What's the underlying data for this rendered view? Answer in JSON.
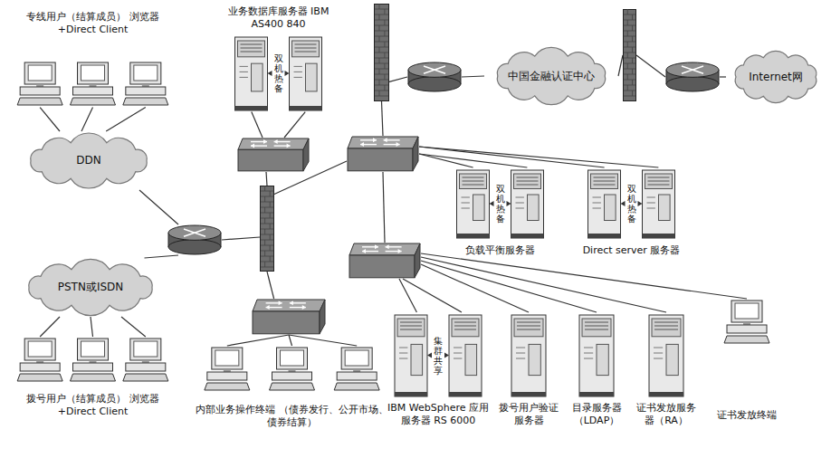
{
  "diagram": {
    "nodes": [
      {
        "text": [
          "专线用户（结算成员） 浏览器+Direct Client"
        ]
      },
      {
        "text": [
          "DDN"
        ]
      },
      {
        "text": [
          "PSTN或ISDN"
        ]
      },
      {
        "text": [
          "拨号用户（结算成员） 浏览器+Direct Client"
        ]
      },
      {
        "text": []
      },
      {
        "text": []
      },
      {
        "text": []
      },
      {
        "text": []
      },
      {
        "text": [
          "内部业务操作终端 （债券发行、公开市场、债券结算）"
        ]
      },
      {
        "text": [
          "业务数据库服务器 IBM AS400 840",
          "双机热备"
        ]
      },
      {
        "text": []
      },
      {
        "text": []
      },
      {
        "text": []
      },
      {
        "text": [
          "中国金融认证中心"
        ]
      },
      {
        "text": []
      },
      {
        "text": []
      },
      {
        "text": [
          "Internet网"
        ]
      },
      {
        "text": [
          "双机热备",
          "负载平衡服务器"
        ]
      },
      {
        "text": [
          "双机热备",
          "Direct server 服务器"
        ]
      },
      {
        "text": []
      },
      {
        "text": [
          "集群共享",
          "IBM WebSphere 应用服务器 RS 6000"
        ]
      },
      {
        "text": [
          "拨号用户验证服务器"
        ]
      },
      {
        "text": [
          "目录服务器（LDAP）"
        ]
      },
      {
        "text": [
          "证书发放服务器（RA）"
        ]
      },
      {
        "text": [
          "证书发放终端"
        ]
      }
    ],
    "edges": [
      {
        "from": 0,
        "to": 1,
        "arrow": "none"
      },
      {
        "from": 1,
        "to": 4,
        "arrow": "none"
      },
      {
        "from": 2,
        "to": 4,
        "arrow": "none"
      },
      {
        "from": 3,
        "to": 2,
        "arrow": "none"
      },
      {
        "from": 4,
        "to": 5,
        "arrow": "none"
      },
      {
        "from": 5,
        "to": 6,
        "arrow": "none"
      },
      {
        "from": 5,
        "to": 7,
        "arrow": "none"
      },
      {
        "from": 6,
        "to": 9,
        "arrow": "none"
      },
      {
        "from": 5,
        "to": 10,
        "arrow": "none"
      },
      {
        "from": 10,
        "to": 11,
        "arrow": "none"
      },
      {
        "from": 11,
        "to": 12,
        "arrow": "none"
      },
      {
        "from": 12,
        "to": 13,
        "arrow": "none"
      },
      {
        "from": 13,
        "to": 14,
        "arrow": "none"
      },
      {
        "from": 14,
        "to": 15,
        "arrow": "none"
      },
      {
        "from": 15,
        "to": 16,
        "arrow": "none"
      },
      {
        "from": 10,
        "to": 17,
        "arrow": "none"
      },
      {
        "from": 10,
        "to": 18,
        "arrow": "none"
      },
      {
        "from": 10,
        "to": 19,
        "arrow": "none"
      },
      {
        "from": 7,
        "to": 8,
        "arrow": "none"
      },
      {
        "from": 19,
        "to": 20,
        "arrow": "none"
      },
      {
        "from": 19,
        "to": 21,
        "arrow": "none"
      },
      {
        "from": 19,
        "to": 22,
        "arrow": "none"
      },
      {
        "from": 19,
        "to": 23,
        "arrow": "none"
      },
      {
        "from": 19,
        "to": 24,
        "arrow": "none"
      }
    ]
  }
}
